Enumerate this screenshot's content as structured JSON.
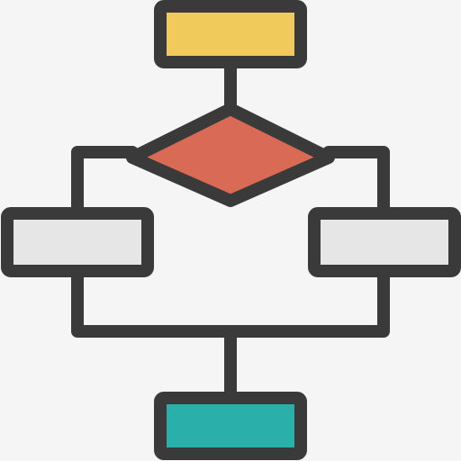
{
  "flowchart": {
    "nodes": [
      {
        "id": "start",
        "shape": "rectangle",
        "fill": "#f0cb5c"
      },
      {
        "id": "decision",
        "shape": "diamond",
        "fill": "#d96a55"
      },
      {
        "id": "left-process",
        "shape": "rectangle",
        "fill": "#e6e6e6"
      },
      {
        "id": "right-process",
        "shape": "rectangle",
        "fill": "#e6e6e6"
      },
      {
        "id": "end",
        "shape": "rectangle",
        "fill": "#2aafaa"
      }
    ],
    "edges": [
      {
        "from": "start",
        "to": "decision"
      },
      {
        "from": "decision",
        "to": "left-process"
      },
      {
        "from": "decision",
        "to": "right-process"
      },
      {
        "from": "left-process",
        "to": "end"
      },
      {
        "from": "right-process",
        "to": "end"
      }
    ]
  },
  "colors": {
    "stroke": "#3a3a3a",
    "background": "#f5f5f5"
  }
}
